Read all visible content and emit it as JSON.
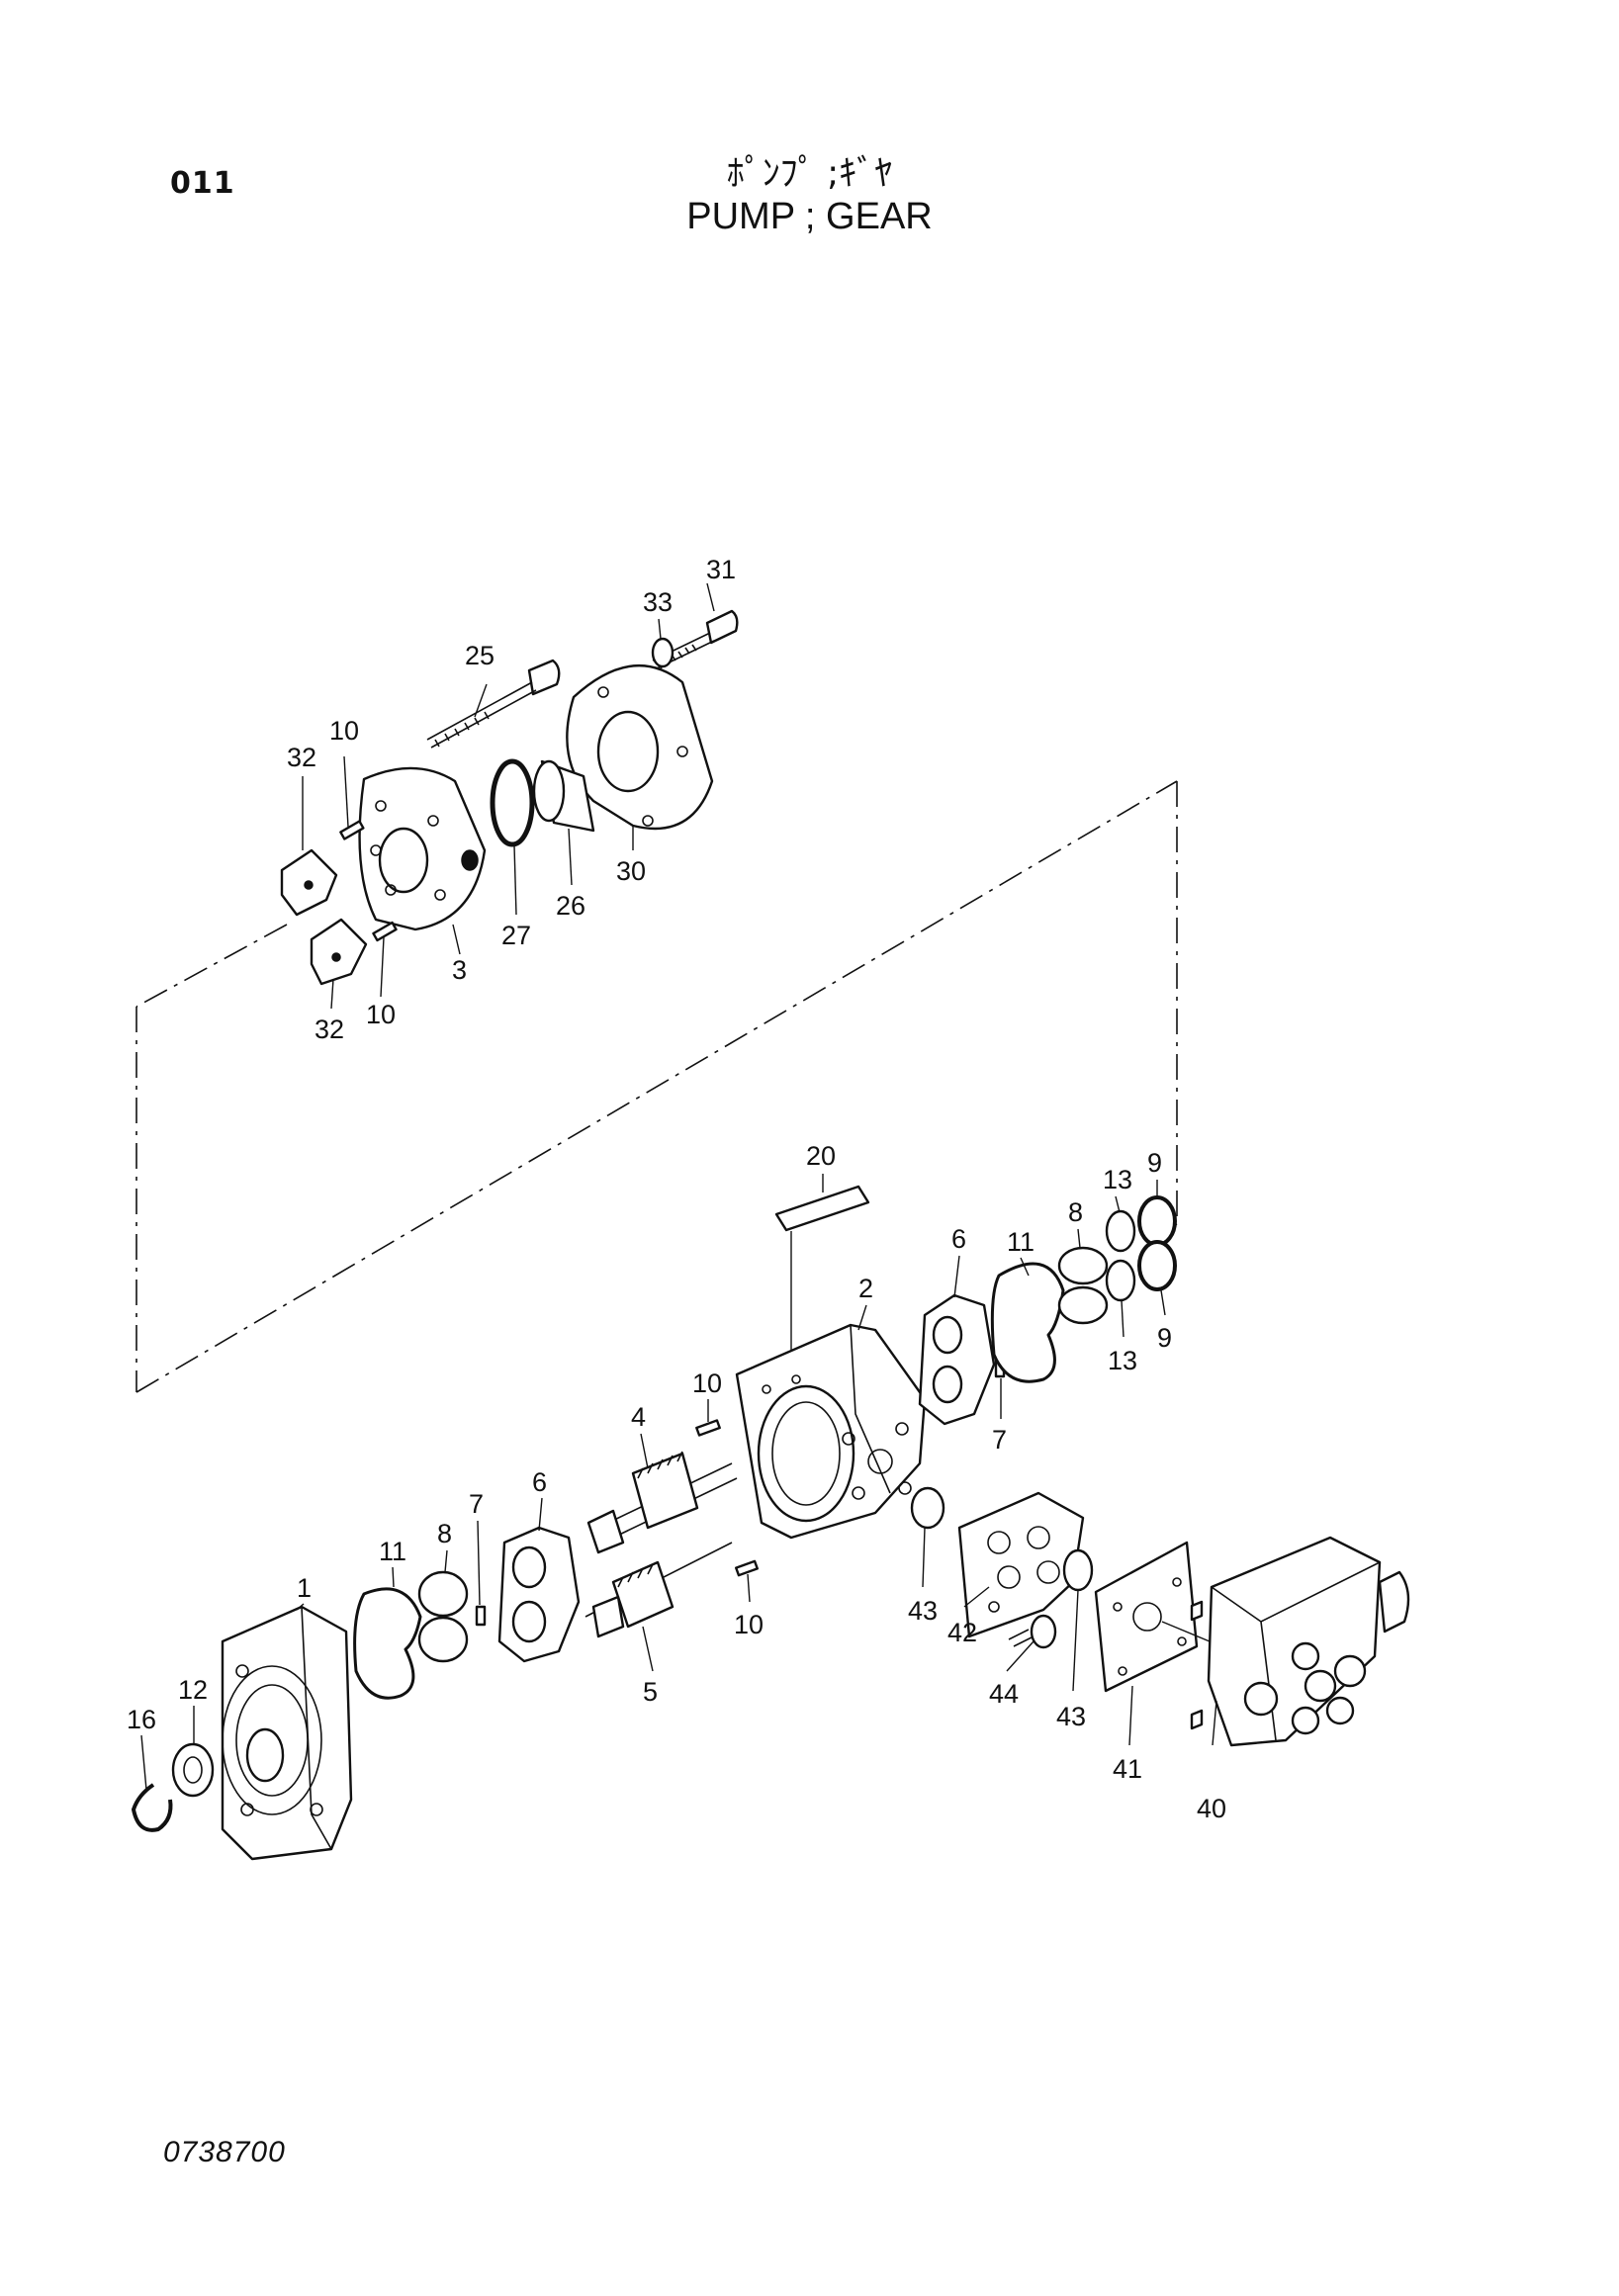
{
  "header": {
    "page_code": "011",
    "title_jp": "ﾎﾟﾝﾌﾟ ;ｷﾞﾔ",
    "title_en": "PUMP ; GEAR"
  },
  "footer": {
    "doc_number": "0738700"
  },
  "diagram": {
    "part_labels": [
      "31",
      "33",
      "25",
      "10",
      "32",
      "30",
      "26",
      "27",
      "3",
      "10",
      "32",
      "20",
      "11",
      "8",
      "13",
      "9",
      "6",
      "2",
      "10",
      "4",
      "7",
      "13",
      "9",
      "6",
      "8",
      "7",
      "11",
      "1",
      "12",
      "16",
      "5",
      "10",
      "43",
      "42",
      "44",
      "43",
      "41",
      "40"
    ]
  }
}
